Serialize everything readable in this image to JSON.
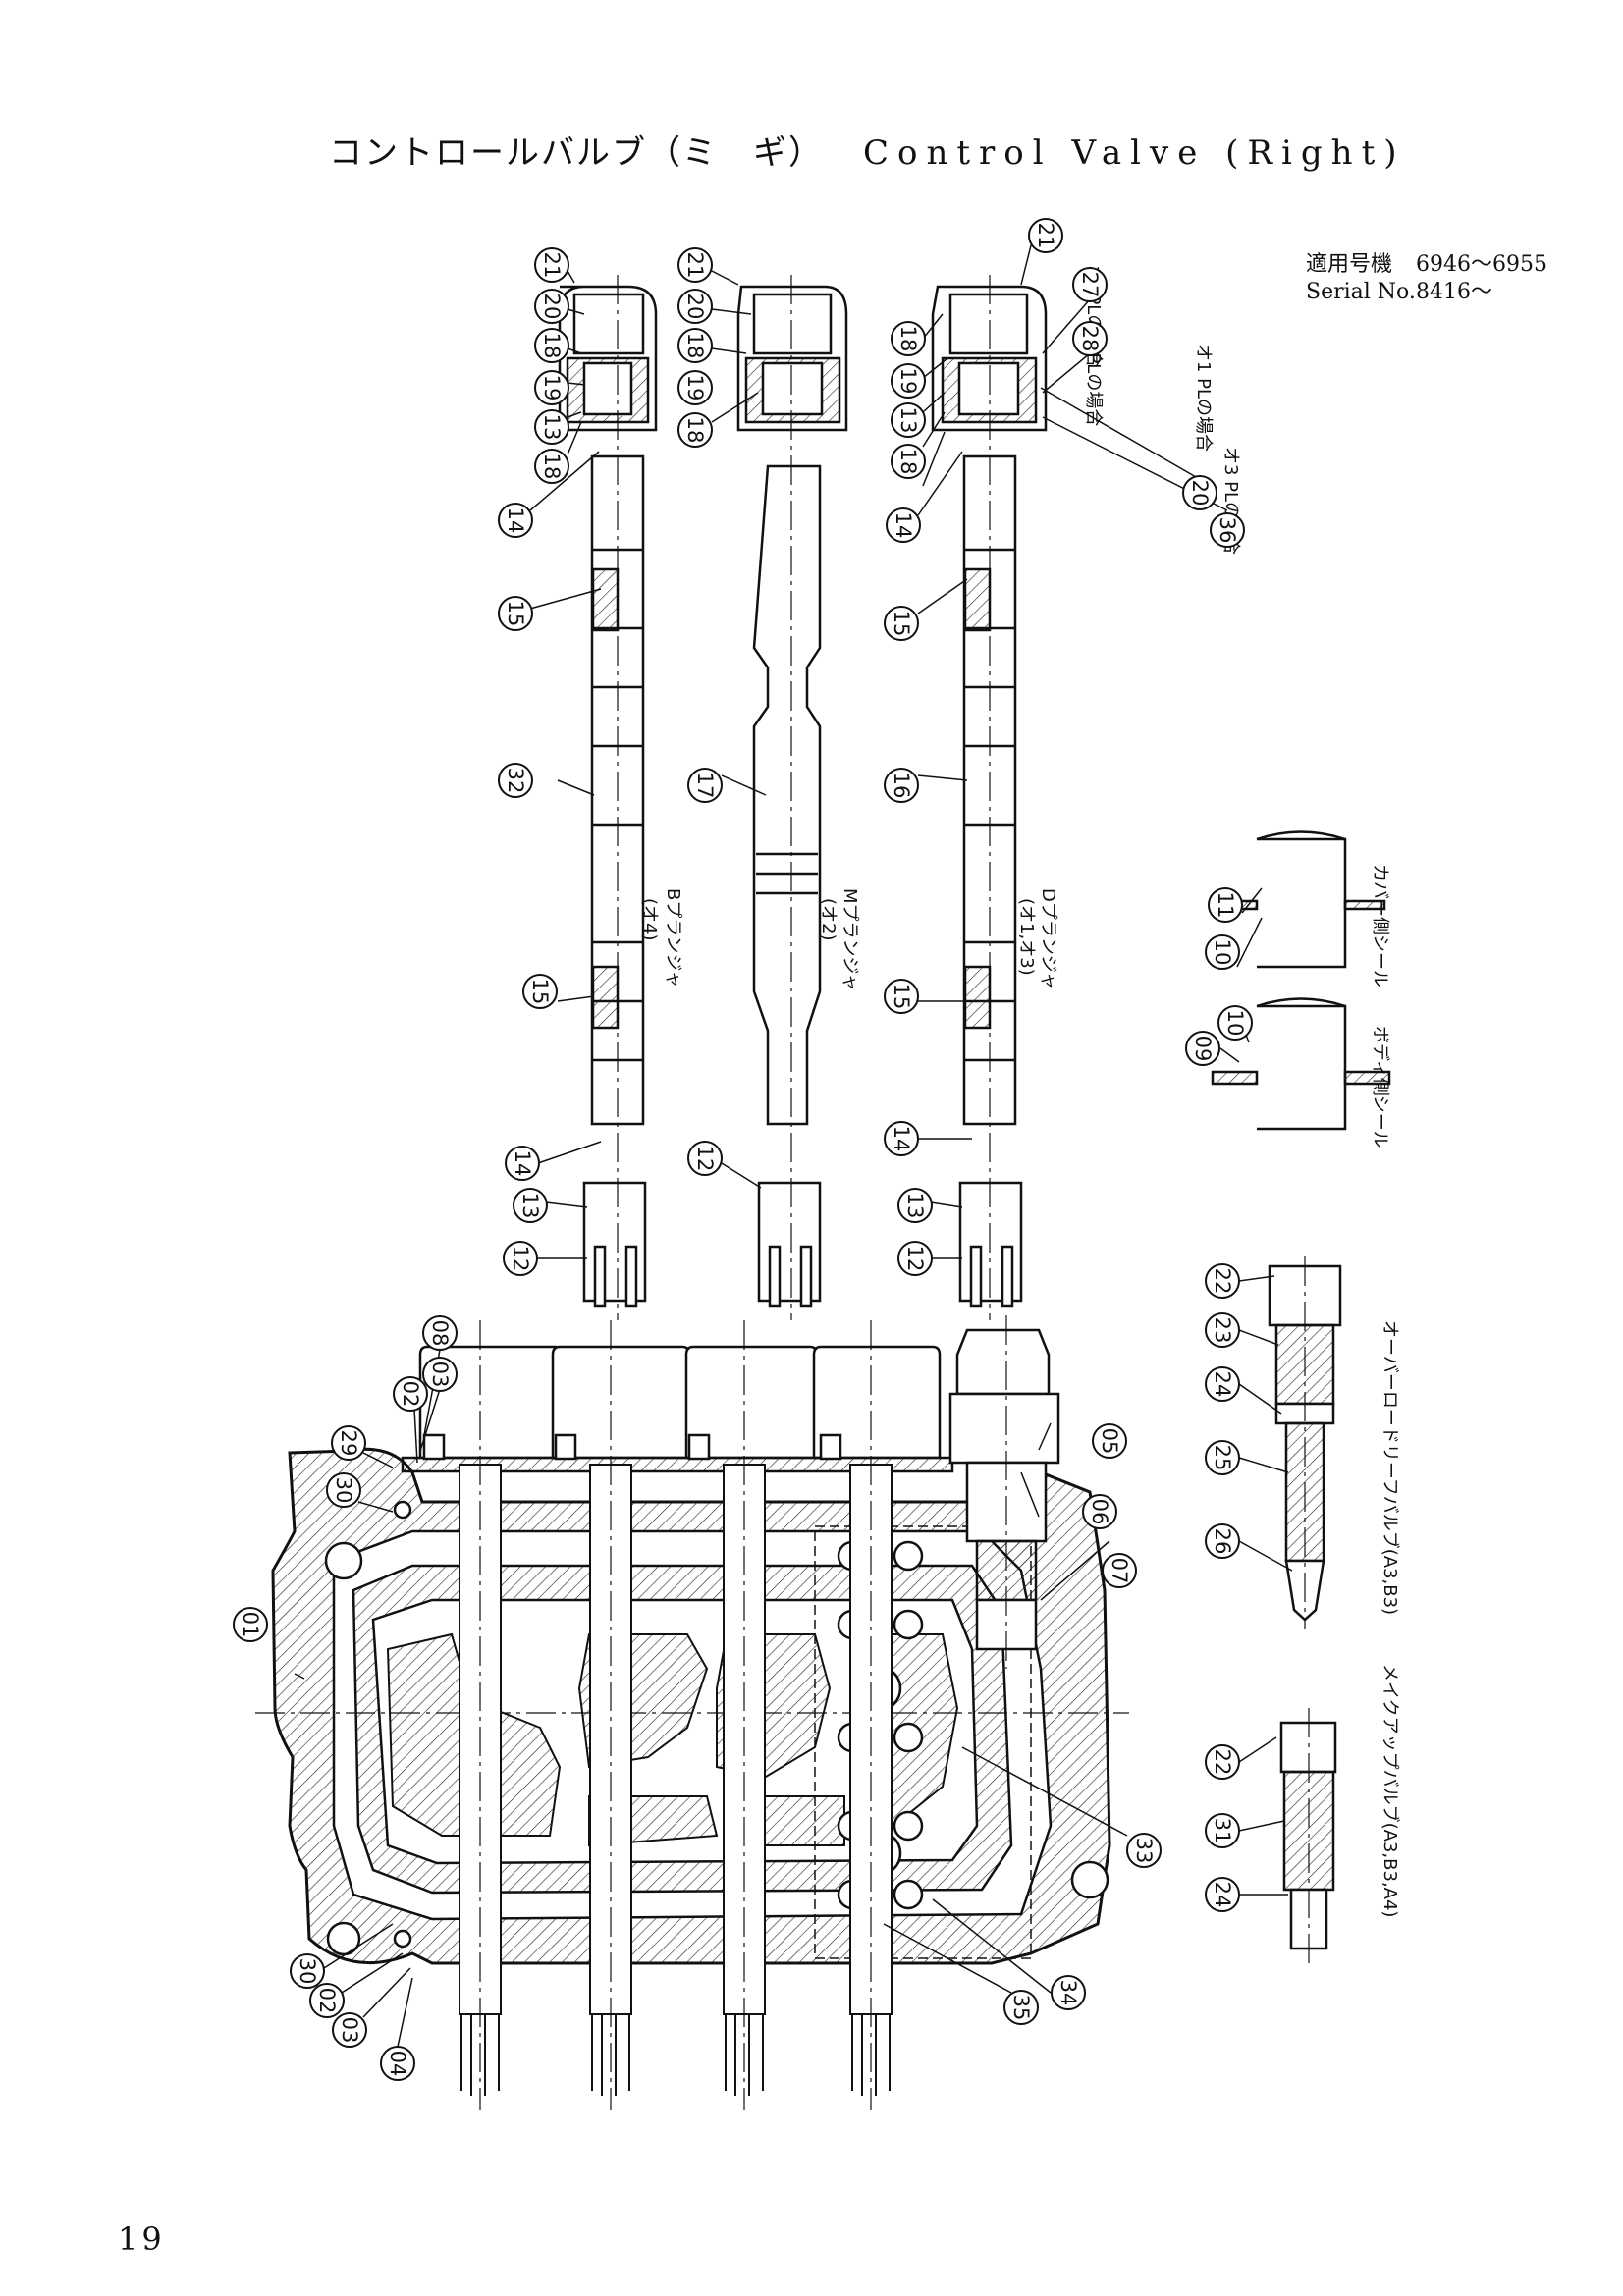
{
  "title": {
    "jp": "コントロールバルブ（ミ　ギ）",
    "en": "Control Valve (Right)"
  },
  "serial": {
    "label_jp": "適用号機",
    "range_1": "6946〜6955",
    "label_en": "Serial No.",
    "range_2": "8416〜"
  },
  "page_number": "19",
  "plunger_labels": {
    "b": [
      "Bプランジャ",
      "(オ4)"
    ],
    "m": [
      "Mプランジャ",
      "(オ2)"
    ],
    "d": [
      "Dプランジャ",
      "(オ1,オ3)"
    ]
  },
  "notes": {
    "n27": "オ1PLの場合",
    "n28": "オ3PLの場合",
    "n20": "オ1 PLの場合",
    "n36": "オ3 PLの場合"
  },
  "seal_labels": {
    "cover_side": "カバー側シール",
    "body_side": "ボディ側シール"
  },
  "valve_labels": {
    "overload": "オーバーロードリーフバルブ(A3,B3)",
    "makeup": "メイクアップバルブ(A3,B3,A4)"
  },
  "callouts": [
    "21",
    "20",
    "18",
    "19",
    "13",
    "18",
    "14",
    "15",
    "32",
    "15",
    "14",
    "13",
    "12",
    "21",
    "20",
    "18",
    "19",
    "18",
    "17",
    "12",
    "21",
    "18",
    "19",
    "13",
    "18",
    "14",
    "15",
    "16",
    "15",
    "14",
    "13",
    "12",
    "27",
    "28",
    "20",
    "36",
    "11",
    "10",
    "10",
    "09",
    "22",
    "23",
    "24",
    "25",
    "26",
    "22",
    "31",
    "24",
    "08",
    "03",
    "02",
    "29",
    "30",
    "01",
    "30",
    "02",
    "03",
    "04",
    "05",
    "06",
    "07",
    "33",
    "34",
    "35"
  ]
}
